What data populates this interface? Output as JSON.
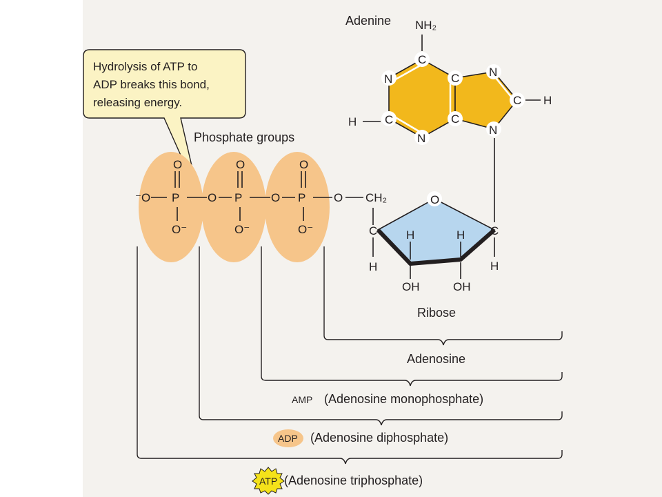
{
  "colors": {
    "panel_bg": "#f4f2ee",
    "phosphate_fill": "#f6c58a",
    "adenine_fill": "#f2b81c",
    "ribose_fill": "#b7d6ee",
    "callout_fill": "#fbf3c4",
    "line": "#231f20"
  },
  "callout": {
    "lines": [
      "Hydrolysis of ATP to",
      "ADP breaks this bond,",
      "releasing energy."
    ]
  },
  "labels": {
    "adenine": "Adenine",
    "phosphate_groups": "Phosphate groups",
    "ribose": "Ribose"
  },
  "atoms": {
    "nh2": "NH₂",
    "c": "C",
    "n": "N",
    "h": "H",
    "o": "O",
    "o_minus": "O⁻",
    "minus_o": "⁻O",
    "p": "P",
    "ch2": "CH₂",
    "oh": "OH"
  },
  "brackets": {
    "adenosine": "Adenosine",
    "amp_abbr": "AMP",
    "amp_full": "(Adenosine monophosphate)",
    "adp_abbr": "ADP",
    "adp_full": "(Adenosine diphosphate)",
    "atp_abbr": "ATP",
    "atp_full": "(Adenosine triphosphate)"
  }
}
